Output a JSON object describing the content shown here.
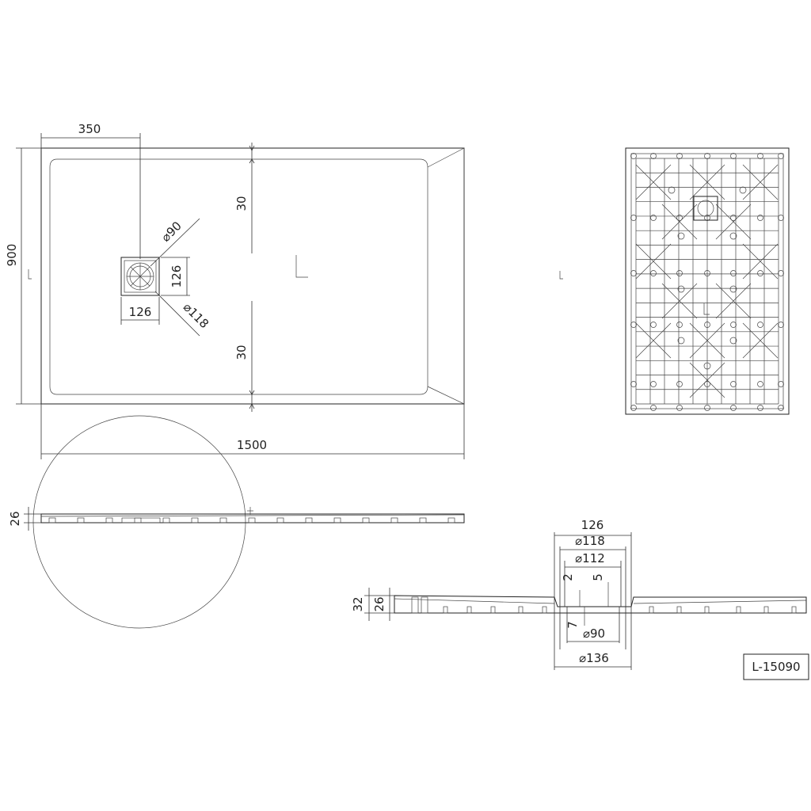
{
  "top_view": {
    "width_label": "1500",
    "depth_label": "900",
    "drain_offset_label": "350",
    "top_margin_label": "30",
    "bottom_margin_label": "30",
    "drain_width_label": "126",
    "drain_height_label": "126",
    "drain_inner_dia_label": "⌀90",
    "drain_outer_dia_label": "⌀118"
  },
  "side_view": {
    "thickness_label": "26"
  },
  "section_view": {
    "total_height_label": "32",
    "tray_height_label": "26",
    "drain_width_label": "126",
    "dia_118_label": "⌀118",
    "dia_112_label": "⌀112",
    "depth_2_label": "2",
    "depth_5_label": "5",
    "depth_7_label": "7",
    "dia_90_label": "⌀90",
    "dia_136_label": "⌀136"
  },
  "title_block": {
    "model_code": "L-15090"
  }
}
